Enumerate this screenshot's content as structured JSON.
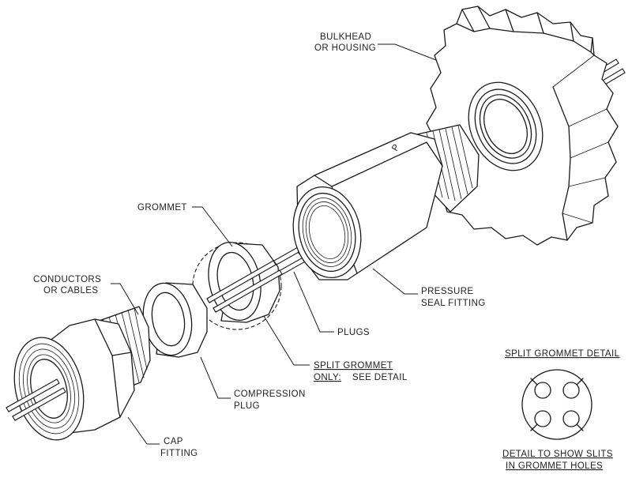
{
  "labels": {
    "bulkhead": [
      "BULKHEAD",
      "OR HOUSING"
    ],
    "grommet": "GROMMET",
    "conductors": [
      "CONDUCTORS",
      "OR CABLES"
    ],
    "pressure_seal": [
      "PRESSURE",
      "SEAL FITTING"
    ],
    "plugs": "PLUGS",
    "split_grommet_note": [
      "SPLIT GROMMET",
      "ONLY:",
      "SEE DETAIL"
    ],
    "compression_plug": [
      "COMPRESSION",
      "PLUG"
    ],
    "cap_fitting": [
      "CAP",
      "FITTING"
    ],
    "detail_title": "SPLIT GROMMET DETAIL",
    "detail_caption": [
      "DETAIL TO SHOW SLITS",
      "IN GROMMET HOLES"
    ],
    "hex_mark": "P"
  }
}
